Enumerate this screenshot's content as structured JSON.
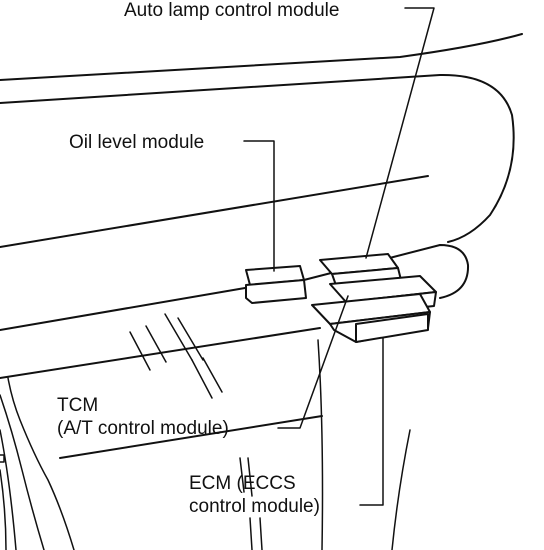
{
  "labels": {
    "auto_lamp": "Auto lamp control module",
    "oil_level": "Oil level module",
    "tcm_line1": "TCM",
    "tcm_line2": "(A/T control module)",
    "ecm_line1": "ECM (ECCS",
    "ecm_line2": "control module)"
  },
  "colors": {
    "ink": "#111111",
    "background": "#ffffff"
  }
}
